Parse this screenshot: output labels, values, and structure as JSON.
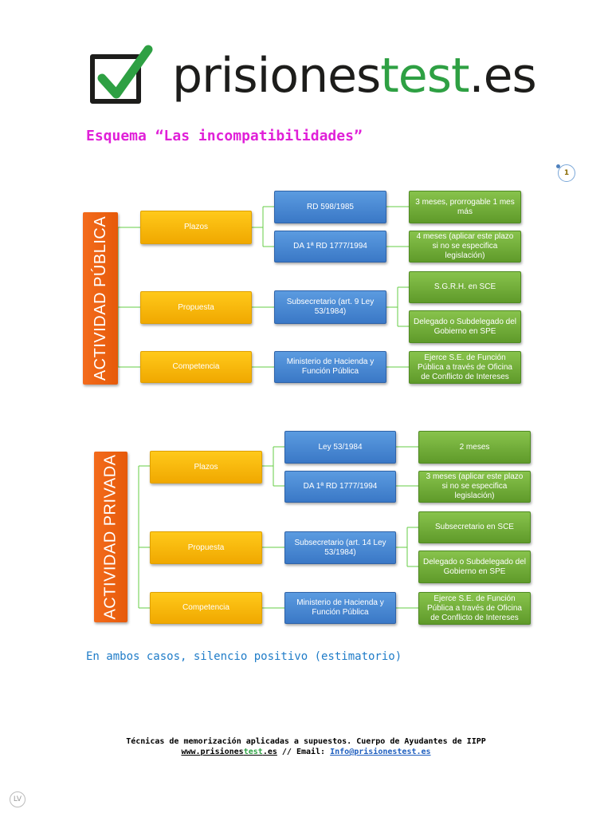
{
  "logo": {
    "text_main": "prisiones",
    "text_accent": "test",
    "text_tld": ".es",
    "icon": "checkbox-check-icon",
    "check_color": "#2ea043"
  },
  "title": "Esquema “Las incompatibilidades”",
  "page_number": "1",
  "colors": {
    "title": "#e020d8",
    "vertical": "#f36b1c",
    "yellow": "#ffc91a",
    "blue": "#4a8ad6",
    "green": "#70ad3c",
    "note": "#1f7cc8"
  },
  "publica": {
    "label": "ACTIVIDAD PÚBLICA",
    "plazos": "Plazos",
    "propuesta": "Propuesta",
    "competencia": "Competencia",
    "rd598": "RD 598/1985",
    "da1": "DA 1ª RD 1777/1994",
    "subsecretario": "Subsecretario (art. 9 Ley 53/1984)",
    "ministerio": "Ministerio de Hacienda y Función Pública",
    "plazo1": "3 meses, prorrogable 1 mes más",
    "plazo2": "4 meses (aplicar este plazo si no se especifica legislación)",
    "prop1": "S.G.R.H. en SCE",
    "prop2": "Delegado o Subdelegado del Gobierno en SPE",
    "comp1": "Ejerce S.E. de Función Pública a través de Oficina de Conflicto de Intereses"
  },
  "privada": {
    "label": "ACTIVIDAD PRIVADA",
    "plazos": "Plazos",
    "propuesta": "Propuesta",
    "competencia": "Competencia",
    "ley53": "Ley 53/1984",
    "da1": "DA 1ª RD 1777/1994",
    "subsecretario": "Subsecretario (art. 14 Ley 53/1984)",
    "ministerio": "Ministerio de Hacienda y Función Pública",
    "plazo1": "2 meses",
    "plazo2": "3 meses (aplicar este plazo si no se especifica legislación)",
    "prop1": "Subsecretario en SCE",
    "prop2": "Delegado o Subdelegado del Gobierno en SPE",
    "comp1": "Ejerce S.E. de Función Pública a través de Oficina de Conflicto de Intereses"
  },
  "note": "En ambos casos, silencio positivo (estimatorio)",
  "footer": {
    "line1": "Técnicas de memorización aplicadas a supuestos. Cuerpo de Ayudantes de IIPP",
    "site_prefix": "www.prisiones",
    "site_accent": "test",
    "site_suffix": ".es",
    "separator": " // Email: ",
    "email": "Info@prisionestest.es"
  },
  "corner_mark": "LV"
}
